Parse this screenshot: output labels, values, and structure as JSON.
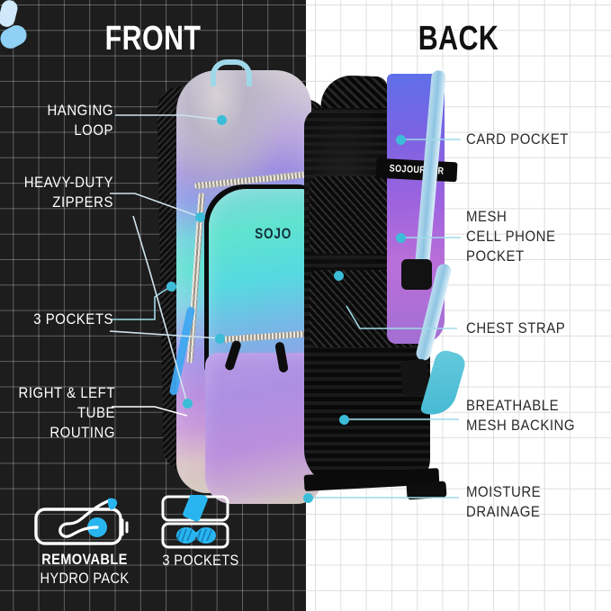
{
  "meta": {
    "brand": "SOJOURNER",
    "accent_cyan": "#3bbdd8",
    "dark_bg": "#1d1d1d",
    "light_bg": "#ffffff",
    "grid_line_dark": "rgba(255,255,255,0.30)",
    "grid_line_light": "#dedede"
  },
  "panels": {
    "front": {
      "title": "FRONT",
      "callouts": [
        {
          "id": "hanging-loop",
          "text": "HANGING\nLOOP"
        },
        {
          "id": "heavy-duty-zippers",
          "text": "HEAVY-DUTY\nZIPPERS"
        },
        {
          "id": "three-pockets",
          "text": "3 POCKETS"
        },
        {
          "id": "tube-routing",
          "text": "RIGHT & LEFT\nTUBE ROUTING"
        }
      ]
    },
    "back": {
      "title": "BACK",
      "callouts": [
        {
          "id": "card-pocket",
          "text": "CARD POCKET"
        },
        {
          "id": "mesh-cell-phone-pocket",
          "text": "MESH\nCELL PHONE\nPOCKET"
        },
        {
          "id": "chest-strap",
          "text": "CHEST STRAP"
        },
        {
          "id": "breathable-mesh-backing",
          "text": "BREATHABLE\nMESH BACKING"
        },
        {
          "id": "moisture-drainage",
          "text": "MOISTURE\nDRAINAGE"
        }
      ]
    }
  },
  "features": [
    {
      "id": "removable-hydro-pack",
      "icon": "hydration-bladder-icon",
      "line1": "REMOVABLE",
      "line2": "HYDRO PACK"
    },
    {
      "id": "three-pockets",
      "icon": "pockets-phone-sunglasses-icon",
      "line1": "",
      "line2": "3 POCKETS"
    }
  ],
  "product": {
    "front_logo": "SOJO",
    "back_brand": "SOJOURNER"
  }
}
